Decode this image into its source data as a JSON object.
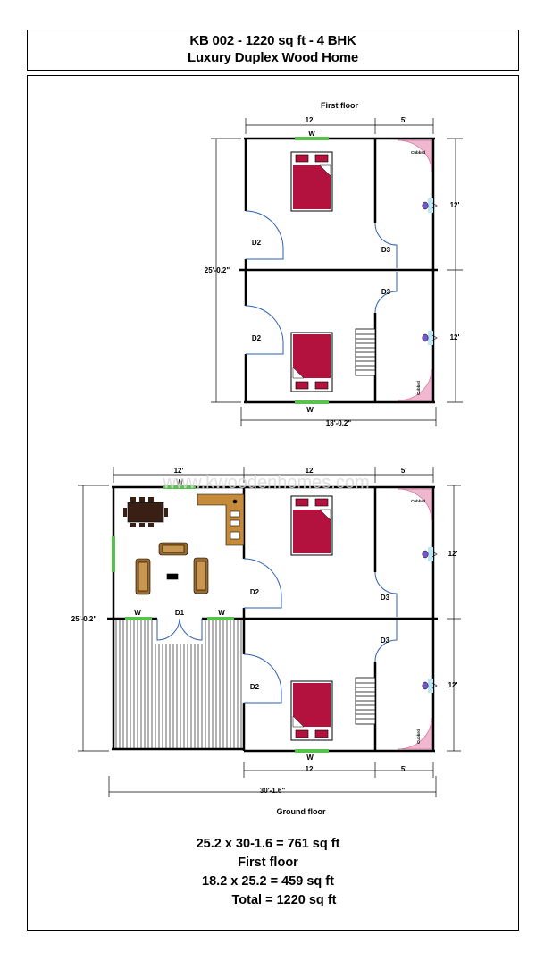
{
  "header": {
    "line1": "KB 002 - 1220 sq ft - 4 BHK",
    "line2": "Luxury Duplex Wood Home"
  },
  "watermark": "www.kwoodenhomes.com",
  "first_floor": {
    "title": "First floor",
    "dim_top_left": "12'",
    "dim_top_right": "5'",
    "dim_left": "25'-0.2\"",
    "dim_right_upper": "12'",
    "dim_right_lower": "12'",
    "dim_bottom": "18'-0.2\"",
    "window_top": "W",
    "window_bottom": "W",
    "door_d2_upper": "D2",
    "door_d2_lower": "D2",
    "door_d3_upper": "D3",
    "door_d3_lower": "D3",
    "cupboard_upper": "Cubbrd",
    "cupboard_lower": "Cubbrd"
  },
  "ground_floor": {
    "title": "Ground floor",
    "dim_top_a": "12'",
    "dim_top_b": "12'",
    "dim_top_c": "5'",
    "dim_left": "25'-0.2\"",
    "dim_right_upper": "12'",
    "dim_right_lower": "12'",
    "dim_bottom_b": "12'",
    "dim_bottom_c": "5'",
    "dim_overall": "30'-1.6\"",
    "window_top": "W",
    "window_left": "W",
    "window_right": "W",
    "window_bottom": "W",
    "door_d1": "D1",
    "door_d2_upper": "D2",
    "door_d2_lower": "D2",
    "door_d3_upper": "D3",
    "door_d3_lower": "D3",
    "cupboard_upper": "Cubbrd",
    "cupboard_lower": "Cubbrd"
  },
  "summary": {
    "ground_calc": "25.2 x 30-1.6 = 761 sq ft",
    "first_label": "First floor",
    "first_calc": "18.2 x 25.2 = 459 sq ft",
    "total": "Total = 1220 sq ft"
  },
  "colors": {
    "bed": "#b3123f",
    "window": "#59c24f",
    "cupboard": "#f0b8cf",
    "door_arc": "#2e5fb0",
    "furniture": "#9a6a2f",
    "fixture": "#7a55c8"
  }
}
